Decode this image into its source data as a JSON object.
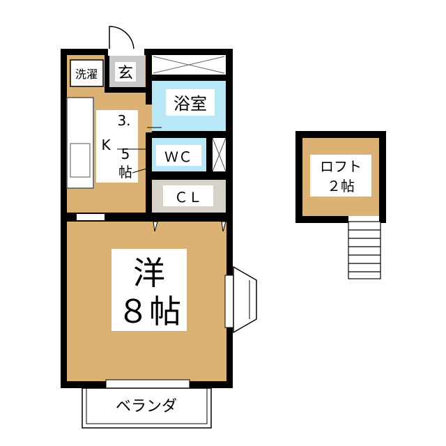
{
  "rooms": {
    "laundry": "洗濯",
    "entrance": "玄",
    "bath": "浴室",
    "kitchen": [
      "3.",
      "K",
      "5",
      "帖"
    ],
    "wc": "ＷＣ",
    "closet": "ＣＬ",
    "western_type": "洋",
    "western_size": "８帖",
    "balcony": "ベランダ",
    "loft_line1": "ロフト",
    "loft_line2": "２帖"
  },
  "colors": {
    "wood": "#dcb274",
    "bath": "#b8e8f5",
    "closet": "#d6d2c8",
    "wall": "#000000",
    "fixture": "#c9c9c9"
  }
}
